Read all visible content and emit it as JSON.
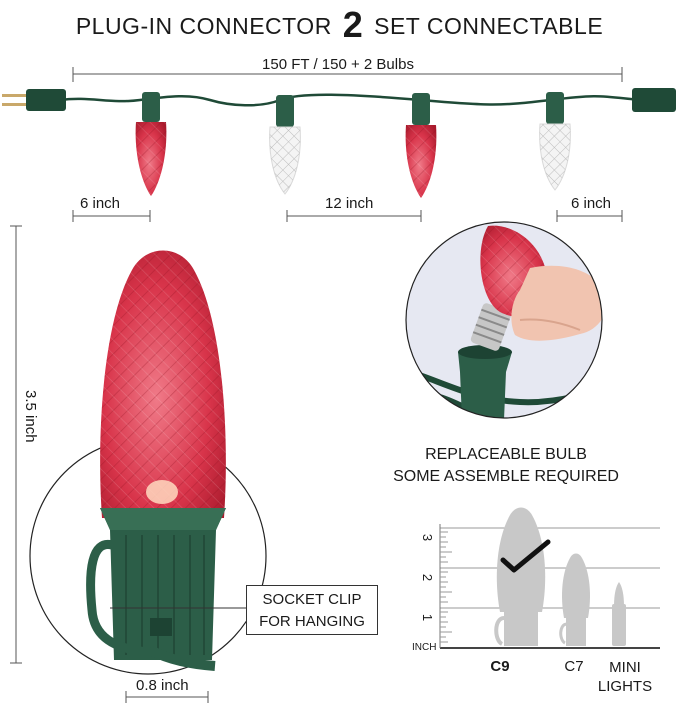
{
  "header": {
    "title_left": "PLUG-IN CONNECTOR",
    "title_number": "2",
    "title_right": "SET CONNECTABLE"
  },
  "string_diagram": {
    "length_label": "150 FT / 150 + 2 Bulbs",
    "spacing_left": "6 inch",
    "spacing_middle": "12 inch",
    "spacing_right": "6 inch"
  },
  "bulb_detail": {
    "height_label": "3.5 inch",
    "base_width_label": "0.8 inch",
    "socket_clip_line1": "SOCKET CLIP",
    "socket_clip_line2": "FOR HANGING"
  },
  "replace_inset": {
    "line1": "REPLACEABLE BULB",
    "line2": "SOME ASSEMBLE REQUIRED"
  },
  "size_chart": {
    "scale_ticks": [
      "3",
      "2",
      "1"
    ],
    "unit_label": "INCH",
    "bulbs": [
      {
        "name": "C9",
        "bold": true
      },
      {
        "name": "C7",
        "bold": false
      },
      {
        "name": "MINI",
        "name2": "LIGHTS",
        "bold": false
      }
    ]
  },
  "colors": {
    "red": "#d8344a",
    "wire": "#1f4a37",
    "socket": "#2c5e48",
    "white_bulb": "#f2f2f2",
    "gray": "#c8c8c8"
  }
}
